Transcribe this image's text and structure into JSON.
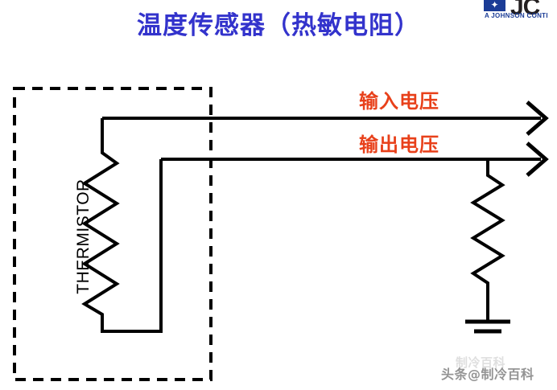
{
  "title": "温度传感器（热敏电阻）",
  "logo": {
    "mark_icon": "johnson-controls-mark-icon",
    "mark_glyph": "✦",
    "wordmark": "JC",
    "tagline": "A JOHNSON CONTI",
    "brand_color": "#1b3c96",
    "wordmark_color": "#231f20"
  },
  "labels": {
    "input_voltage": "输入电压",
    "output_voltage": "输出电压",
    "thermistor": "THERMISTOR",
    "label_color": "#e8401a",
    "title_color": "#3333cc"
  },
  "circuit": {
    "enclosure": "dashed sensor enclosure",
    "thermistor_symbol": "zigzag-resistor",
    "pulldown_resistor_symbol": "zigzag-resistor",
    "ground_symbol": "earth-ground",
    "input_arrow": "arrow-right",
    "output_arrow": "arrow-right",
    "stroke_color": "#000000"
  },
  "watermark": {
    "text": "头条@制冷百科",
    "ghost_text": "制冷百科"
  }
}
